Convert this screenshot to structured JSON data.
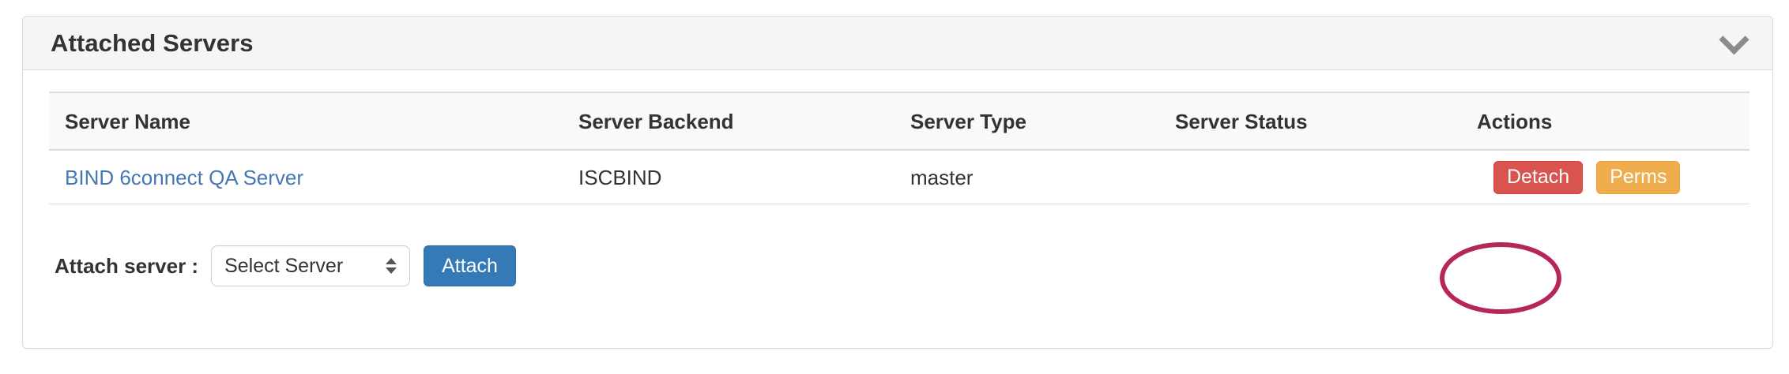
{
  "panel": {
    "title": "Attached Servers",
    "toggle_icon": "chevron-down-icon"
  },
  "table": {
    "columns": [
      "Server Name",
      "Server Backend",
      "Server Type",
      "Server Status",
      "Actions"
    ],
    "rows": [
      {
        "server_name": "BIND 6connect QA Server",
        "server_backend": "ISCBIND",
        "server_type": "master",
        "server_status": "",
        "actions": [
          {
            "label": "Detach",
            "style": "danger"
          },
          {
            "label": "Perms",
            "style": "warning"
          }
        ]
      }
    ]
  },
  "attach": {
    "label": "Attach server :",
    "select_value": "Select Server",
    "button_label": "Attach"
  },
  "annotation": {
    "shape": "ellipse",
    "target": "Detach",
    "color": "#b5275c"
  },
  "colors": {
    "link": "#4677b4",
    "danger": "#d9534f",
    "warning": "#f0ad4e",
    "primary": "#337ab7",
    "panel_header_bg": "#f5f5f5",
    "border": "#dddddd",
    "annotation": "#b5275c"
  }
}
